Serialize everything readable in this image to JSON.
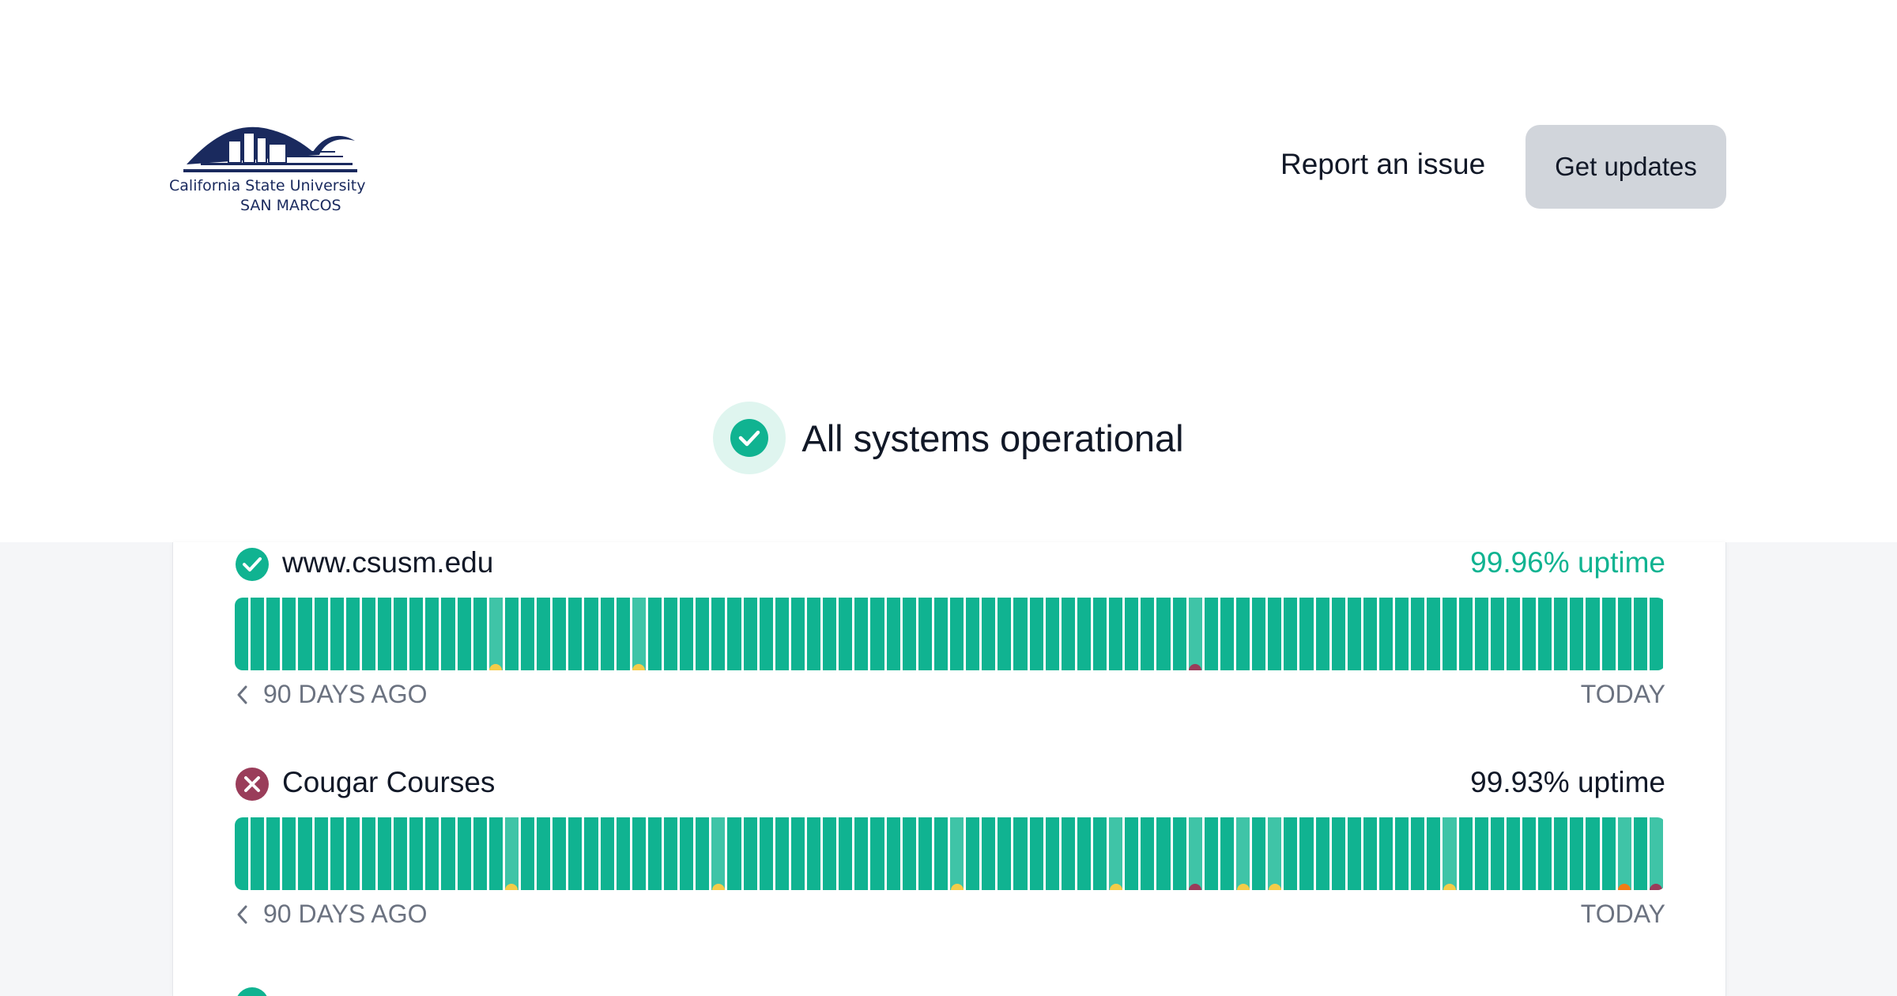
{
  "brand": {
    "logo_line1": "California State University",
    "logo_line2": "SAN MARCOS",
    "logo_color": "#1a2a5e"
  },
  "nav": {
    "report_label": "Report an issue",
    "updates_label": "Get updates"
  },
  "overall": {
    "status_text": "All systems operational",
    "icon": "check-circle-icon",
    "color": "#10b391"
  },
  "colors": {
    "operational": "#10b391",
    "operational_light": "#3fc4a7",
    "degraded": "#f4cc48",
    "partial": "#f27d16",
    "outage": "#9a3d5a"
  },
  "services": [
    {
      "name": "www.csusm.edu",
      "uptime": "99.96% uptime",
      "uptime_color": "#10b391",
      "status": "operational",
      "icon": "check-circle-icon",
      "range_start": "90 DAYS AGO",
      "range_end": "TODAY",
      "incidents": [
        {
          "day": 16,
          "level": "degraded"
        },
        {
          "day": 25,
          "level": "degraded"
        },
        {
          "day": 60,
          "level": "outage"
        }
      ]
    },
    {
      "name": "Cougar Courses",
      "uptime": "99.93% uptime",
      "uptime_color": "#111827",
      "status": "outage",
      "icon": "x-circle-icon",
      "range_start": "90 DAYS AGO",
      "range_end": "TODAY",
      "incidents": [
        {
          "day": 17,
          "level": "degraded"
        },
        {
          "day": 30,
          "level": "degraded"
        },
        {
          "day": 45,
          "level": "degraded"
        },
        {
          "day": 55,
          "level": "degraded"
        },
        {
          "day": 60,
          "level": "outage"
        },
        {
          "day": 63,
          "level": "degraded"
        },
        {
          "day": 65,
          "level": "degraded"
        },
        {
          "day": 76,
          "level": "degraded"
        },
        {
          "day": 87,
          "level": "partial"
        },
        {
          "day": 89,
          "level": "outage"
        }
      ]
    }
  ]
}
